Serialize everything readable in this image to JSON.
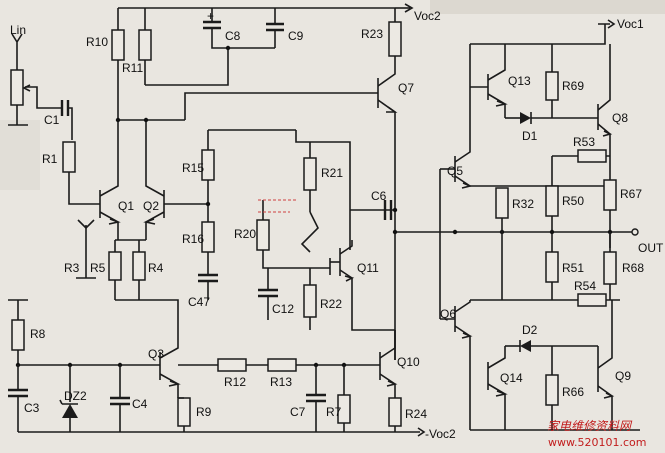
{
  "labels": {
    "R10": "R10",
    "R11": "R11",
    "C8": "C8",
    "C9": "C9",
    "R23": "R23",
    "Voc2_top": "Voc2",
    "Voc1": "Voc1",
    "Lin": "Lin",
    "C1": "C1",
    "R1": "R1",
    "Q1": "Q1",
    "Q2": "Q2",
    "R3": "R3",
    "R5": "R5",
    "R4": "R4",
    "R15": "R15",
    "R16": "R16",
    "R20": "R20",
    "R21": "R21",
    "C6": "C6",
    "Q11": "Q11",
    "R22": "R22",
    "C47": "C47",
    "C12": "C12",
    "Q7": "Q7",
    "Q13": "Q13",
    "R69": "R69",
    "D1": "D1",
    "Q8": "Q8",
    "Q5": "Q5",
    "R53": "R53",
    "R32": "R32",
    "R50": "R50",
    "R67": "R67",
    "OUT": "OUT",
    "R51": "R51",
    "R68": "R68",
    "R54": "R54",
    "Q6": "Q6",
    "D2": "D2",
    "Q14": "Q14",
    "R66": "R66",
    "Q9": "Q9",
    "R8": "R8",
    "Q3": "Q3",
    "R12": "R12",
    "R13": "R13",
    "Q10": "Q10",
    "C3": "C3",
    "DZ2": "DZ2",
    "C4": "C4",
    "R9": "R9",
    "C7": "C7",
    "R7": "R7",
    "R24": "R24",
    "Voc2_bot": "-Voc2"
  },
  "watermark": {
    "cn": "家电维修资料网",
    "url": "www.520101.com"
  },
  "colors": {
    "ink": "#1b1b1b",
    "paper": "#e9e6e0",
    "watermark": "#c21d1d"
  }
}
